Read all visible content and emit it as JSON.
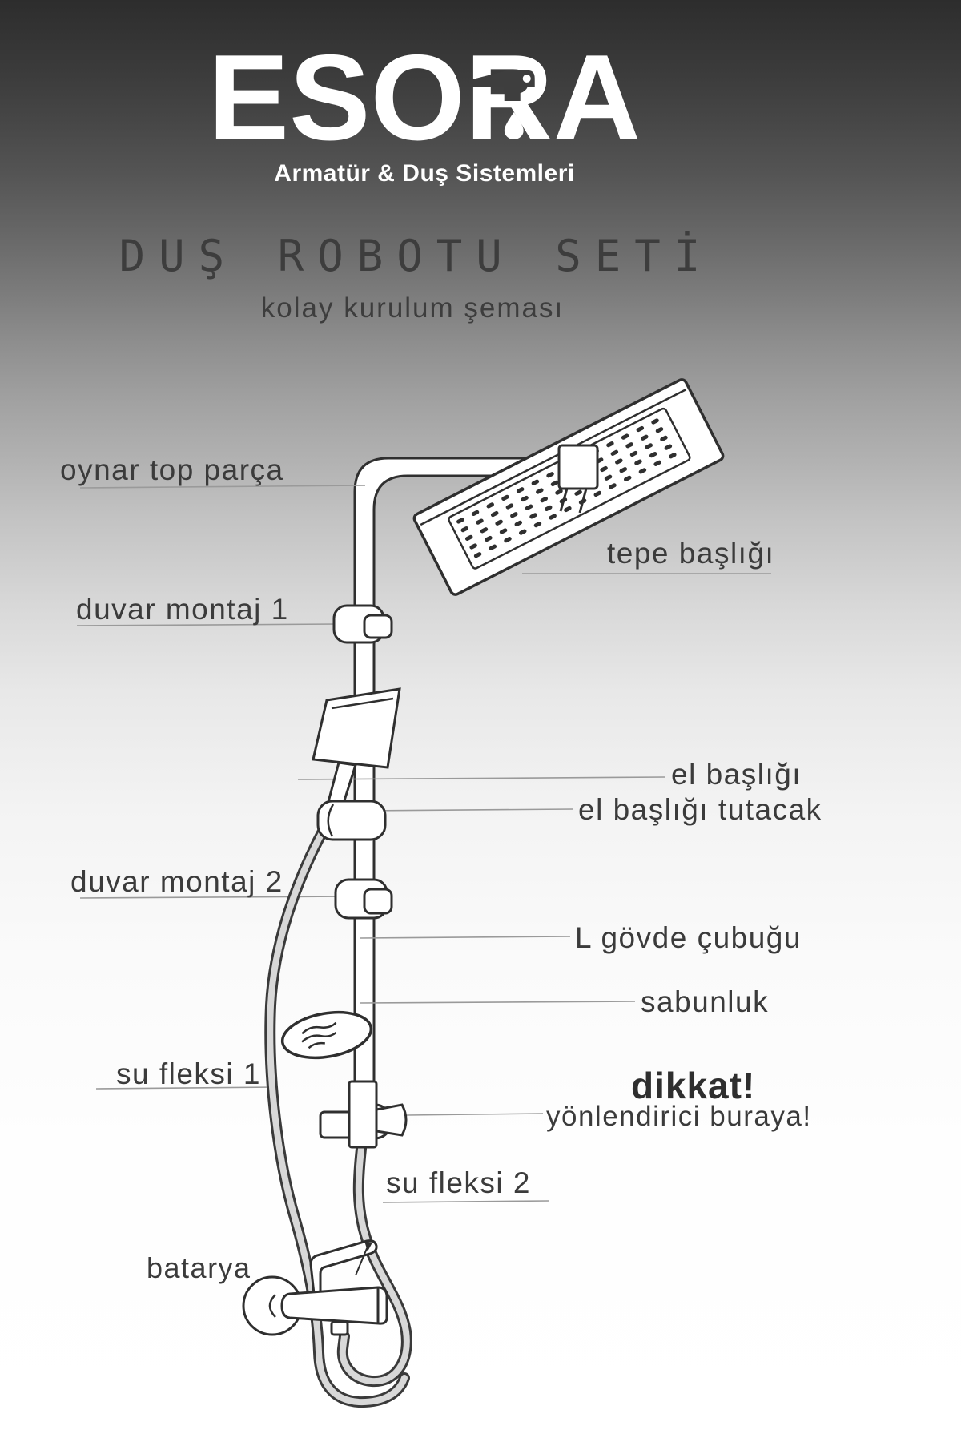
{
  "brand": {
    "name": "ESORA",
    "tagline": "Armatür & Duş Sistemleri"
  },
  "title": {
    "main": "DUŞ ROBOTU SETİ",
    "subtitle": "kolay kurulum şeması"
  },
  "labels": {
    "oynar_top_parca": "oynar top parça",
    "tepe_basligi": "tepe başlığı",
    "duvar_montaj_1": "duvar montaj 1",
    "el_basligi": "el başlığı",
    "el_basligi_tutacak": "el başlığı tutacak",
    "duvar_montaj_2": "duvar montaj 2",
    "l_govde_cubugu": "L gövde çubuğu",
    "sabunluk": "sabunluk",
    "su_fleksi_1": "su fleksi 1",
    "dikkat": "dikkat!",
    "yonlendirici_buraya": "yönlendirici buraya!",
    "su_fleksi_2": "su fleksi 2",
    "batarya": "batarya"
  },
  "colors": {
    "background_top": "#2d2d2d",
    "background_bottom": "#ffffff",
    "line_art": "#2f2f2f",
    "label_text": "#3b3b3b",
    "leader_line": "#9a9a9a",
    "logo_text": "#ffffff"
  }
}
